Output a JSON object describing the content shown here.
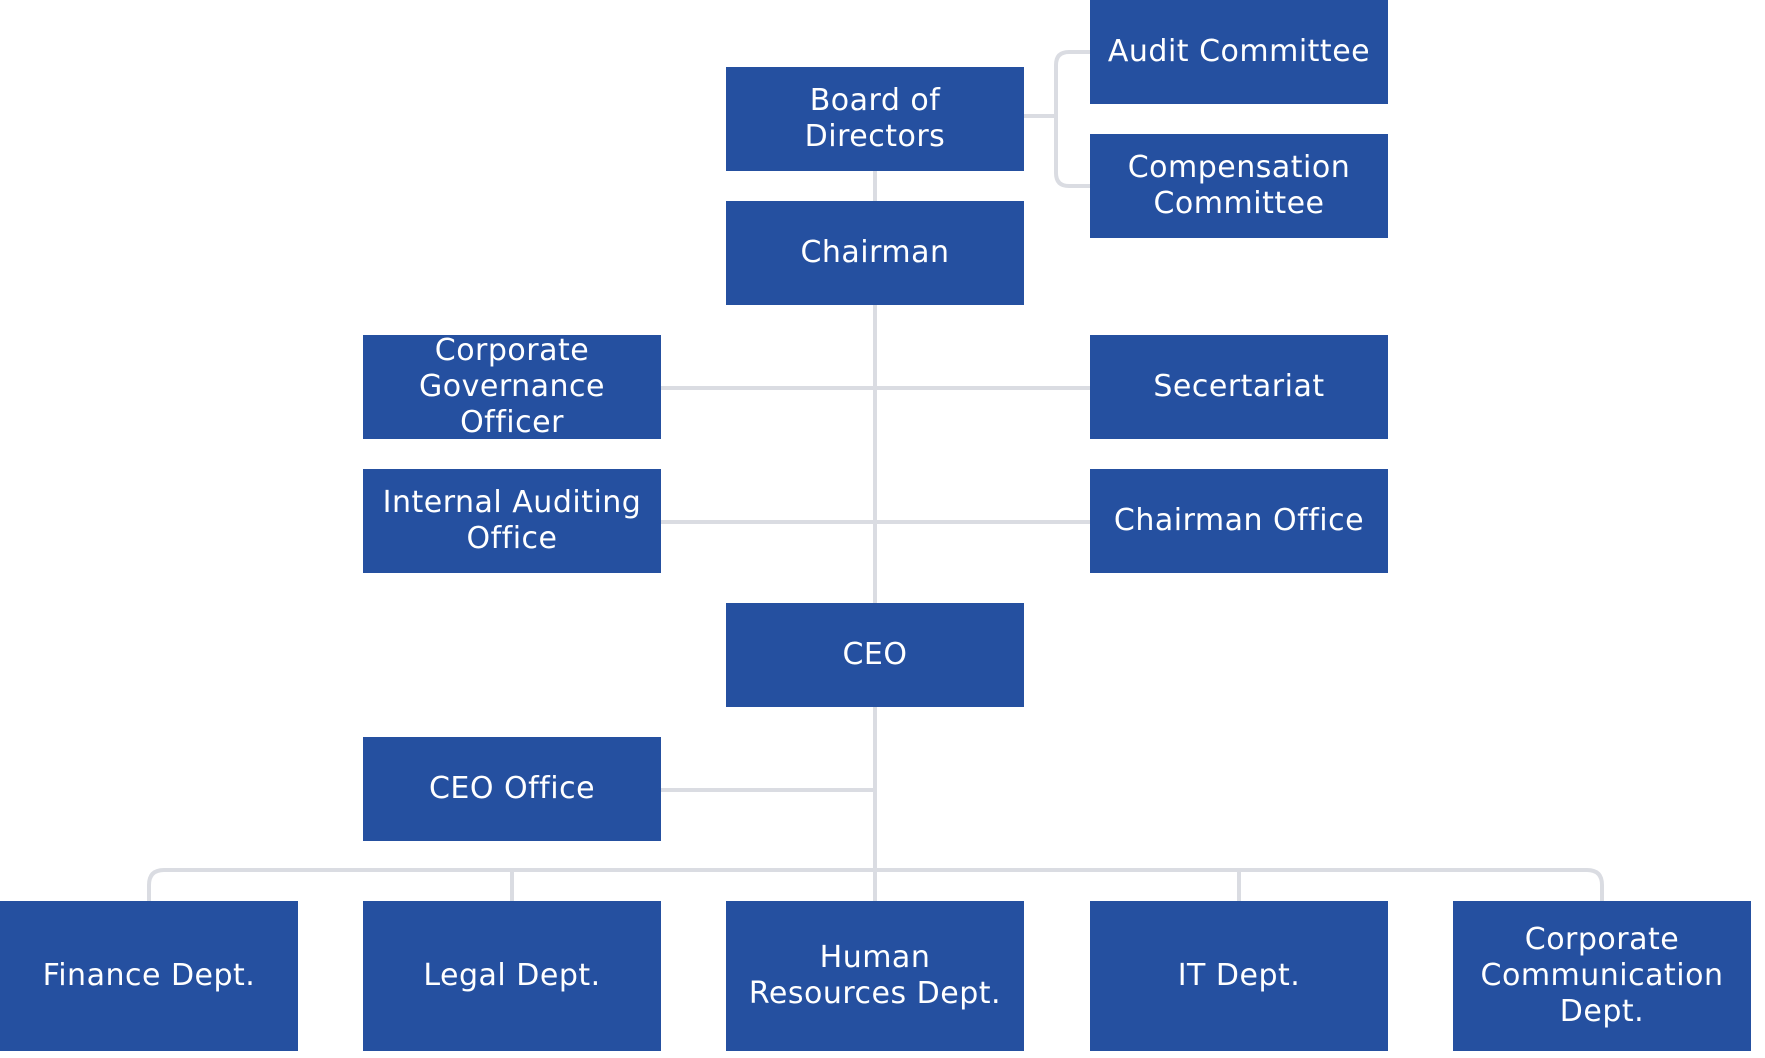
{
  "colors": {
    "box": "#2550a0",
    "text": "#ffffff",
    "connector": "#dadce2"
  },
  "nodes": {
    "board": "Board of Directors",
    "audit_committee": "Audit Committee",
    "compensation_committee": "Compensation\nCommittee",
    "chairman": "Chairman",
    "corporate_governance_officer": "Corporate\nGovernance Officer",
    "secretariat": "Secertariat",
    "internal_auditing_office": "Internal Auditing\nOffice",
    "chairman_office": "Chairman Office",
    "ceo": "CEO",
    "ceo_office": "CEO Office",
    "finance_dept": "Finance Dept.",
    "legal_dept": "Legal Dept.",
    "hr_dept": "Human\nResources Dept.",
    "it_dept": "IT Dept.",
    "corporate_communication_dept": "Corporate\nCommunication\nDept."
  }
}
